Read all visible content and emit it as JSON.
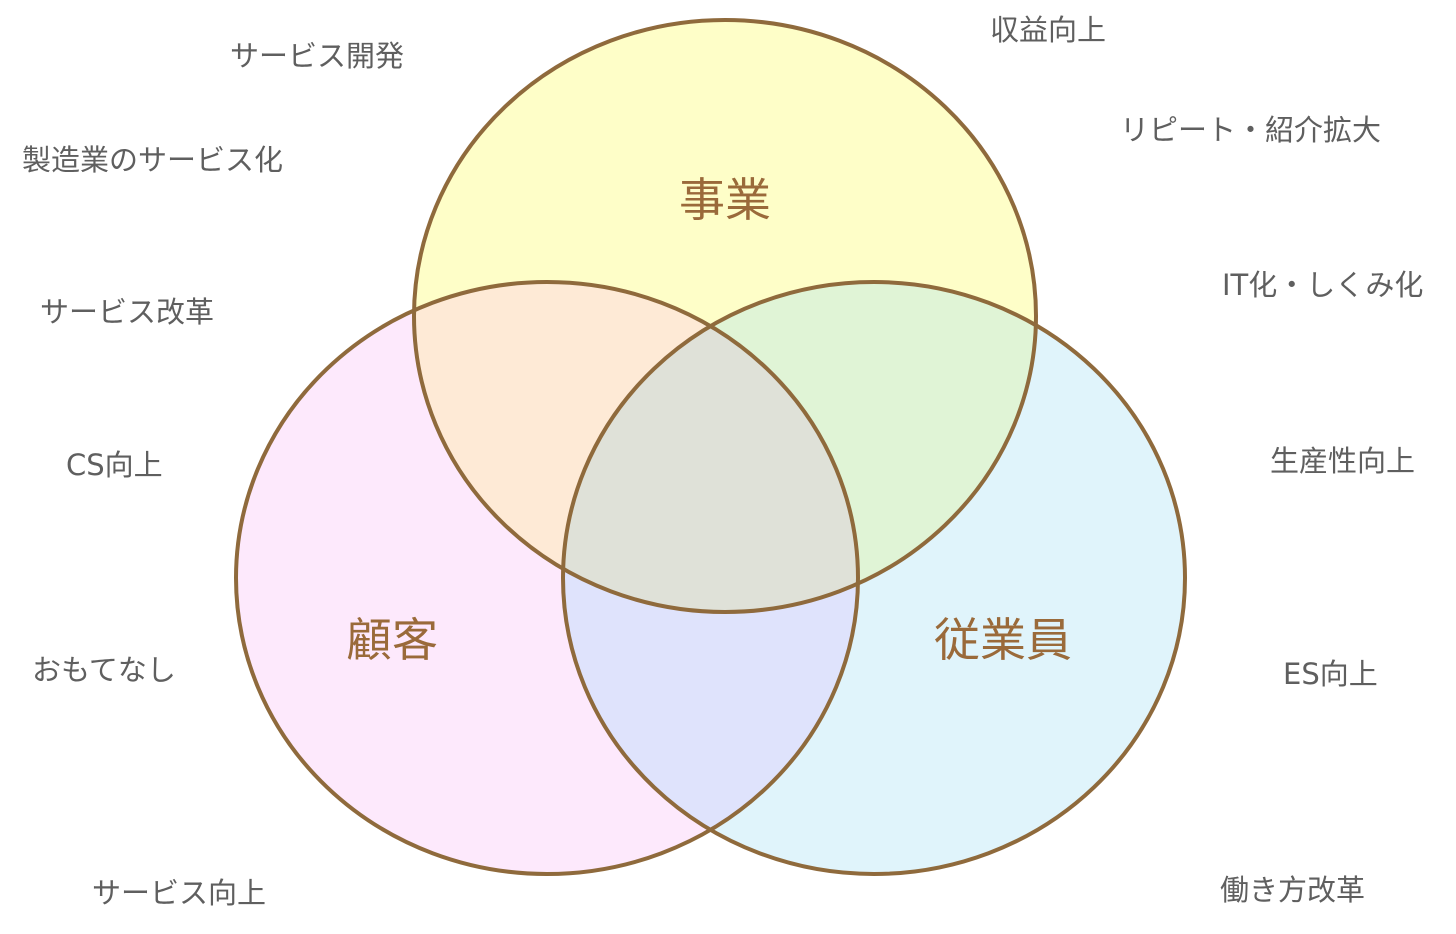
{
  "colors": {
    "outline": "#8f6a3c",
    "label": "#9a6a3a",
    "side_text": "#5f5f5f",
    "business_fill": "#fefec8",
    "customer_fill": "#fde9fc",
    "employee_fill": "#e0f4fb",
    "overlap_business_customer": "#feead6",
    "overlap_business_employee": "#e0f4d6",
    "overlap_customer_employee": "#dfe3fc",
    "overlap_center": "#dfe1d8"
  },
  "circles": {
    "business": {
      "label": "事業"
    },
    "customer": {
      "label": "顧客"
    },
    "employee": {
      "label": "従業員"
    }
  },
  "left_keywords": [
    "サービス開発",
    "製造業のサービス化",
    "サービス改革",
    "CS向上",
    "おもてなし",
    "サービス向上"
  ],
  "right_keywords": [
    "収益向上",
    "リピート・紹介拡大",
    "IT化・しくみ化",
    "生産性向上",
    "ES向上",
    "働き方改革"
  ]
}
